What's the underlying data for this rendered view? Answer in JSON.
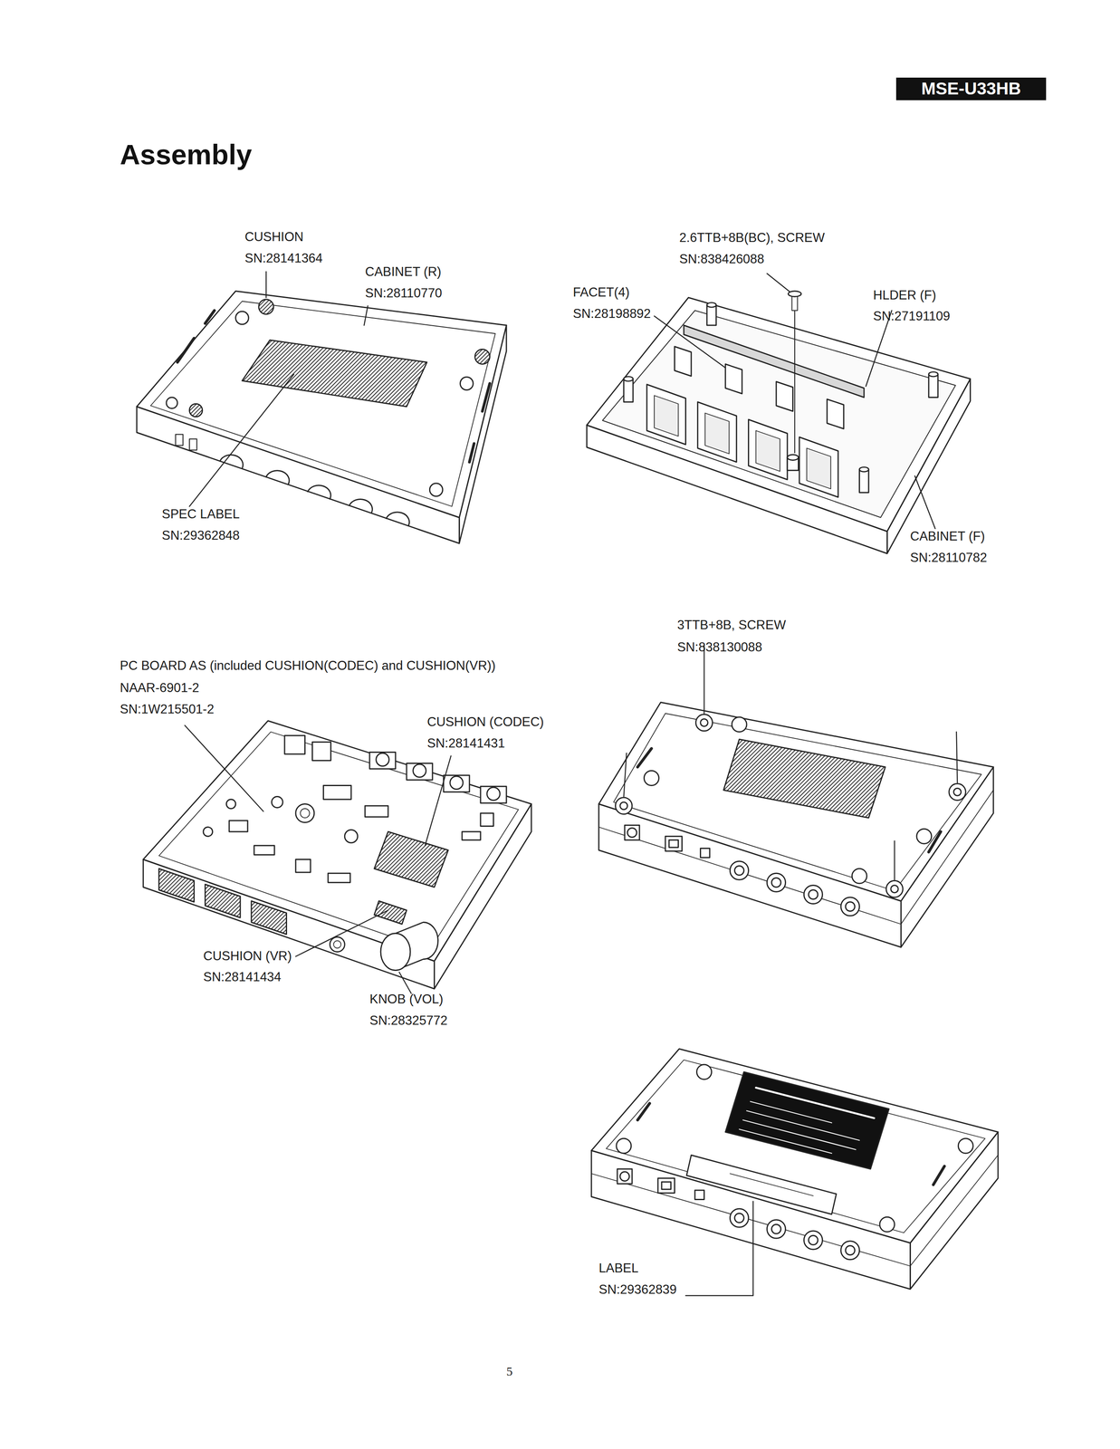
{
  "diagram": {
    "title": "Assembly",
    "nodes": [
      {
        "text": [
          "MSE-U33HB"
        ]
      }
    ],
    "labels": [
      "CUSHION",
      "SN:28141364",
      "CABINET (R)",
      "SN:28110770",
      "SPEC LABEL",
      "SN:29362848",
      "2.6TTB+8B(BC), SCREW",
      "SN:838426088",
      "FACET(4)",
      "SN:28198892",
      "HLDER (F)",
      "SN:27191109",
      "CABINET (F)",
      "SN:28110782",
      "3TTB+8B, SCREW",
      "SN:838130088",
      "PC BOARD AS (included CUSHION(CODEC) and CUSHION(VR))",
      "NAAR-6901-2",
      "SN:1W215501-2",
      "CUSHION (CODEC)",
      "SN:28141431",
      "CUSHION (VR)",
      "SN:28141434",
      "KNOB (VOL)",
      "SN:28325772",
      "LABEL",
      "SN:29362839",
      "5"
    ]
  }
}
